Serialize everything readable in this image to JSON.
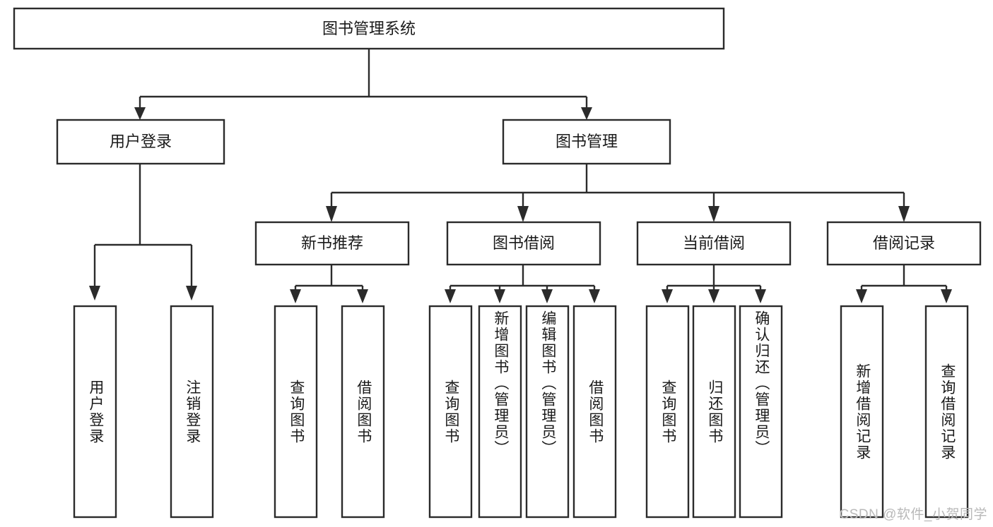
{
  "diagram": {
    "type": "tree-hierarchy",
    "title": "图书管理系统",
    "watermark": "CSDN @软件_小贺同学",
    "colors": {
      "stroke": "#2b2b2b",
      "fill": "#ffffff",
      "text": "#1a1a1a",
      "watermark": "#b9b9b9"
    },
    "root": {
      "label": "图书管理系统"
    },
    "level2": [
      {
        "label": "用户登录"
      },
      {
        "label": "图书管理"
      }
    ],
    "level3": [
      {
        "label": "新书推荐"
      },
      {
        "label": "图书借阅"
      },
      {
        "label": "当前借阅"
      },
      {
        "label": "借阅记录"
      }
    ],
    "leaves": {
      "user_login": [
        {
          "label": "用户登录"
        },
        {
          "label": "注销登录"
        }
      ],
      "new_book": [
        {
          "label": "查询图书"
        },
        {
          "label": "借阅图书"
        }
      ],
      "book_borrow": [
        {
          "label": "查询图书"
        },
        {
          "label": "新增图书（管理员）"
        },
        {
          "label": "编辑图书（管理员）"
        },
        {
          "label": "借阅图书"
        }
      ],
      "current_borrow": [
        {
          "label": "查询图书"
        },
        {
          "label": "归还图书"
        },
        {
          "label": "确认归还（管理员）"
        }
      ],
      "borrow_record": [
        {
          "label": "新增借阅记录"
        },
        {
          "label": "查询借阅记录"
        }
      ]
    }
  }
}
